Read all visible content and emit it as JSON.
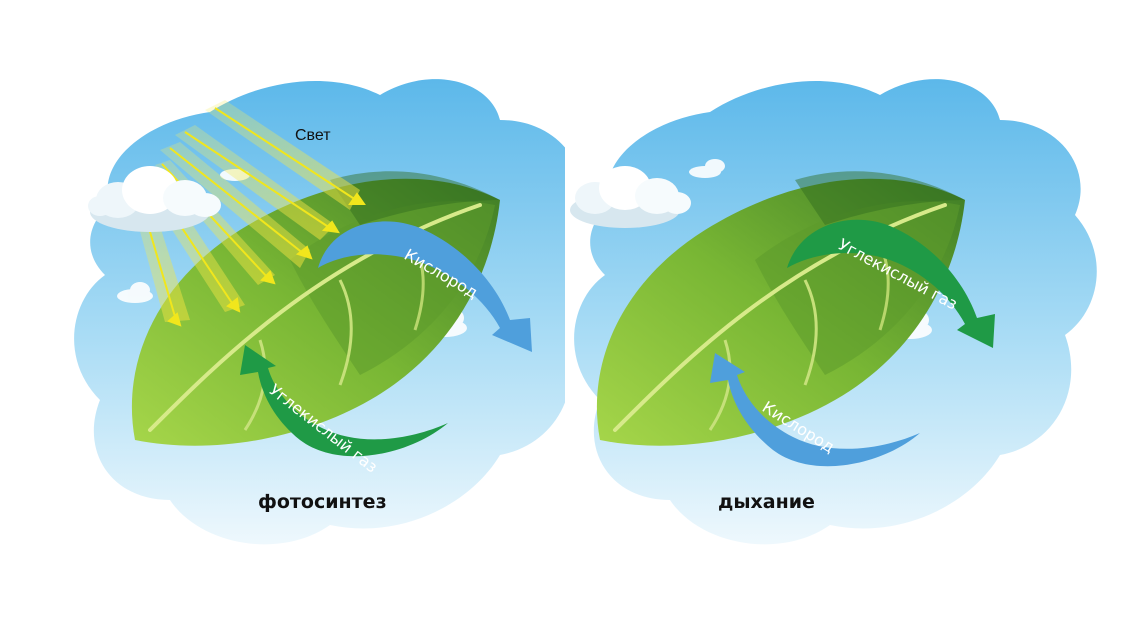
{
  "photosynthesis": {
    "caption": "фотосинтез",
    "light_label": "Свет",
    "oxygen_label": "Кислород",
    "co2_label": "Углекислый газ"
  },
  "respiration": {
    "caption": "дыхание",
    "co2_label": "Углекислый газ",
    "oxygen_label": "Кислород"
  },
  "colors": {
    "oxygen_arrow": "#4f9fdc",
    "co2_arrow": "#1f9a46",
    "leaf_light": "#8cc63f",
    "leaf_dark": "#4a8a2a",
    "sky": "#8fd0f2",
    "light_ray": "#f2ec2a"
  }
}
